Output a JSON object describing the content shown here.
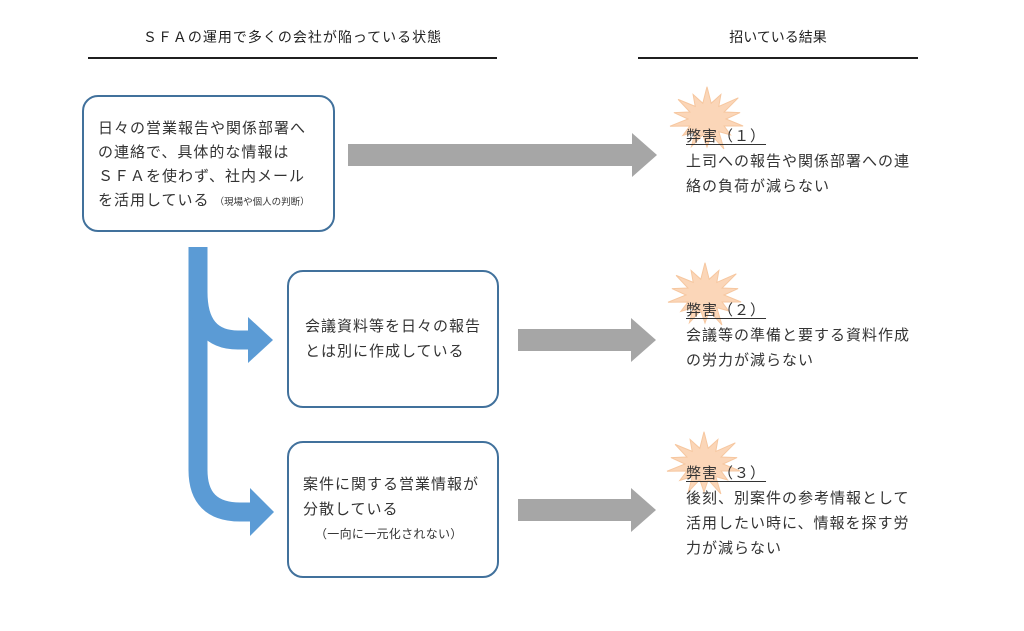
{
  "headers": {
    "left": "ＳＦＡの運用で多くの会社が陥っている状態",
    "right": "招いている結果"
  },
  "states": [
    {
      "lines": [
        "日々の営業報告や関係部署へ",
        "の連絡で、具体的な情報は",
        "ＳＦＡを使わず、社内メール",
        "を活用している"
      ],
      "note": "（現場や個人の判断）"
    },
    {
      "lines": [
        "会議資料等を日々の報告",
        "とは別に作成している"
      ]
    },
    {
      "lines": [
        "案件に関する営業情報が",
        "分散している"
      ],
      "note": "（一向に一元化されない）"
    }
  ],
  "results": [
    {
      "title": "弊害（１）",
      "lines": [
        "上司への報告や関係部署への連",
        "絡の負荷が減らない"
      ]
    },
    {
      "title": "弊害（２）",
      "lines": [
        "会議等の準備と要する資料作成",
        "の労力が減らない"
      ]
    },
    {
      "title": "弊害（３）",
      "lines": [
        "後刻、別案件の参考情報として",
        "活用したい時に、情報を探す労",
        "力が減らない"
      ]
    }
  ],
  "colors": {
    "box_border": "#41719C",
    "blue_arrow": "#5B9BD5",
    "gray_arrow": "#A6A6A6",
    "starburst": "#FBD6B8",
    "text": "#333333"
  }
}
